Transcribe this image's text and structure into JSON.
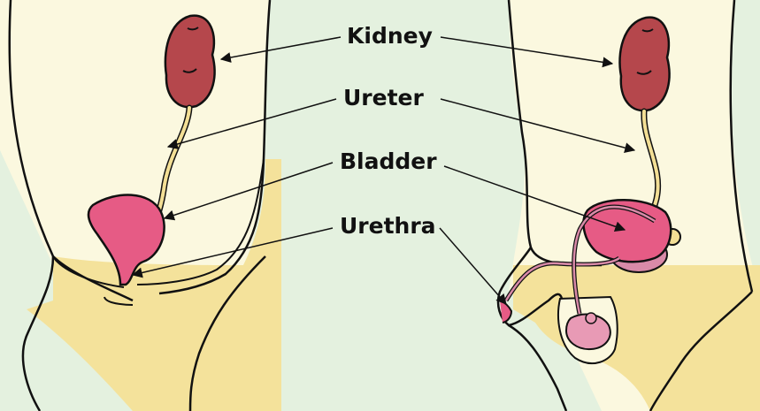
{
  "labels": {
    "kidney": "Kidney",
    "ureter": "Ureter",
    "bladder": "Bladder",
    "urethra": "Urethra"
  },
  "colors": {
    "background": "#e4f1df",
    "body": "#fbf8df",
    "skin": "#f4e29b",
    "kidney": "#b5474c",
    "bladder": "#e65b85",
    "ureter": "#f3df95",
    "reproductive": "#d98aa8",
    "outline": "#111111"
  }
}
